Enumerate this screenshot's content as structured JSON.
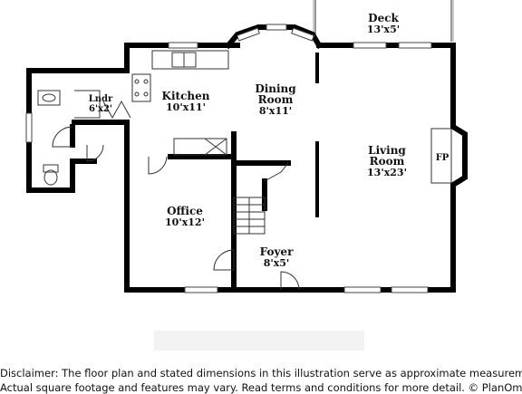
{
  "rooms": {
    "deck": {
      "name": "Deck",
      "dim": "13'x5'"
    },
    "kitchen": {
      "name": "Kitchen",
      "dim": "10'x11'"
    },
    "dining": {
      "name1": "Dining",
      "name2": "Room",
      "dim": "8'x11'"
    },
    "living": {
      "name1": "Living",
      "name2": "Room",
      "dim": "13'x23'"
    },
    "laundry": {
      "name": "Lndr",
      "dim": "6'x2'"
    },
    "office": {
      "name": "Office",
      "dim": "10'x12'"
    },
    "foyer": {
      "name": "Foyer",
      "dim": "8'x5'"
    },
    "fireplace": {
      "label": "FP"
    }
  },
  "disclaimer": {
    "line1": "Disclaimer: The floor plan and stated dimensions in this illustration serve as approximate measurements.",
    "line2": "Actual square footage and features may vary. Read terms and conditions for more detail. © PlanOmatic"
  }
}
